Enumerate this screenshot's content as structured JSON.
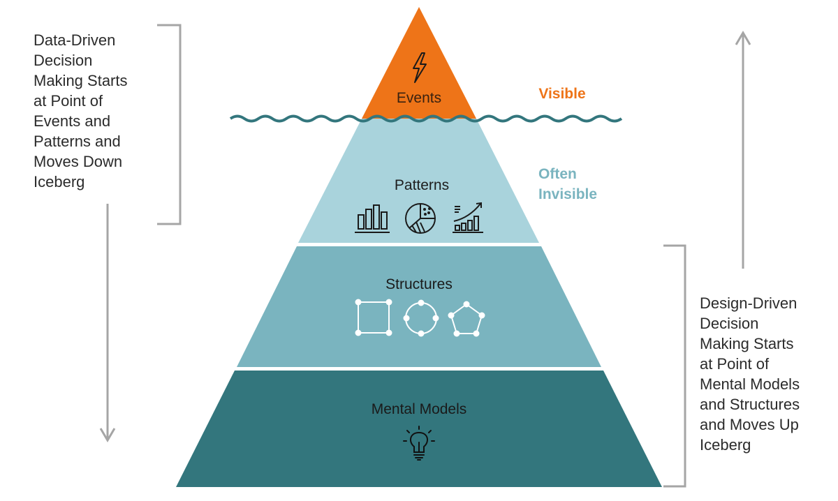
{
  "tiers": {
    "events": "Events",
    "patterns": "Patterns",
    "structures": "Structures",
    "mental_models": "Mental Models"
  },
  "visibility": {
    "visible": "Visible",
    "often": "Often",
    "invisible": "Invisible"
  },
  "left_annotation": {
    "lines": [
      "Data-Driven",
      "Decision",
      "Making Starts",
      "at Point of",
      "Events and",
      "Patterns and",
      "Moves Down",
      "Iceberg"
    ]
  },
  "right_annotation": {
    "lines": [
      "Design-Driven",
      "Decision",
      "Making Starts",
      "at Point of",
      "Mental Models",
      "and Structures",
      "and Moves Up",
      "Iceberg"
    ]
  },
  "icons": {
    "events": "lightning-bolt-icon",
    "patterns": [
      "bar-chart-icon",
      "pie-chart-icon",
      "growth-chart-icon"
    ],
    "structures": [
      "square-nodes-icon",
      "circle-nodes-icon",
      "pentagon-nodes-icon"
    ],
    "mental_models": "light-bulb-icon"
  },
  "colors": {
    "events": "#ee7418",
    "patterns": "#a9d3dc",
    "structures": "#7ab4bf",
    "mental_models": "#33767d",
    "wave": "#33767d",
    "visible_text": "#ee7418",
    "invisible_text": "#7ab4bf",
    "bracket": "#a5a5a5"
  }
}
